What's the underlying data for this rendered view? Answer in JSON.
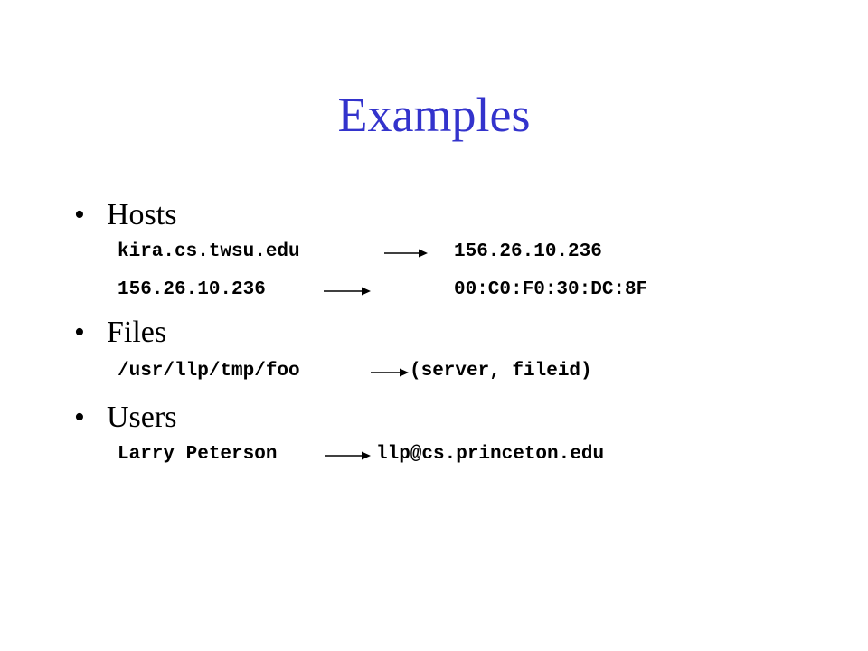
{
  "slide": {
    "title": "Examples",
    "bullet_symbol": "•",
    "sections": [
      {
        "heading": "Hosts",
        "mappings": [
          {
            "from": "kira.cs.twsu.edu",
            "to": "156.26.10.236"
          },
          {
            "from": "156.26.10.236",
            "to": "00:C0:F0:30:DC:8F"
          }
        ]
      },
      {
        "heading": "Files",
        "mappings": [
          {
            "from": "/usr/llp/tmp/foo",
            "to": "(server, fileid)"
          }
        ]
      },
      {
        "heading": "Users",
        "mappings": [
          {
            "from": "Larry Peterson",
            "to": "llp@cs.princeton.edu"
          }
        ]
      }
    ]
  },
  "icons": {
    "arrow": "right-arrow-icon"
  },
  "colors": {
    "title": "#3333cc",
    "text": "#000000",
    "background": "#ffffff"
  }
}
